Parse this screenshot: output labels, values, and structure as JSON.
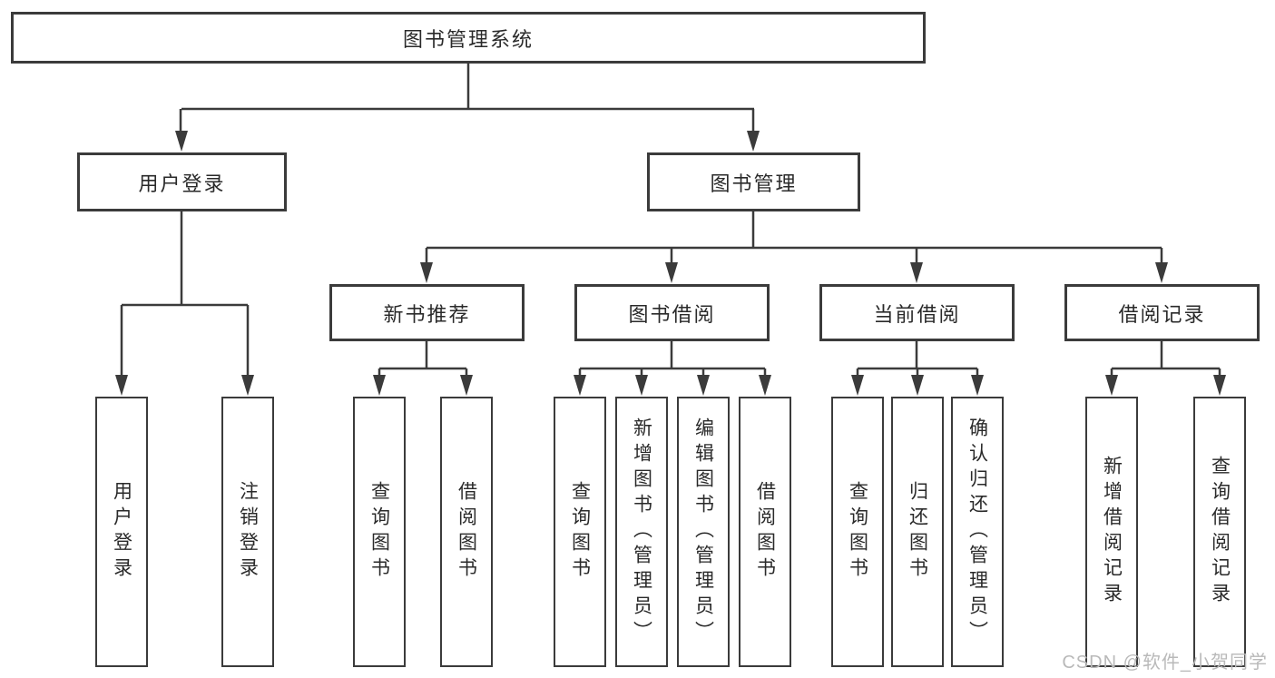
{
  "diagram": {
    "title_node": {
      "label": "图书管理系统"
    },
    "level2": [
      {
        "label": "用户登录"
      },
      {
        "label": "图书管理"
      }
    ],
    "level3": [
      {
        "label": "新书推荐"
      },
      {
        "label": "图书借阅"
      },
      {
        "label": "当前借阅"
      },
      {
        "label": "借阅记录"
      }
    ],
    "leaves": [
      {
        "label": "用户登录"
      },
      {
        "label": "注销登录"
      },
      {
        "label": "查询图书"
      },
      {
        "label": "借阅图书"
      },
      {
        "label": "查询图书"
      },
      {
        "label": "新增图书（管理员）"
      },
      {
        "label": "编辑图书（管理员）"
      },
      {
        "label": "借阅图书"
      },
      {
        "label": "查询图书"
      },
      {
        "label": "归还图书"
      },
      {
        "label": "确认归还（管理员）"
      },
      {
        "label": "新增借阅记录"
      },
      {
        "label": "查询借阅记录"
      }
    ]
  },
  "watermark": {
    "text": "CSDN @软件_小贺同学"
  },
  "colors": {
    "line": "#3b3b3b",
    "text": "#2a2a2a",
    "box_fill": "#ffffff",
    "watermark": "#b9b9b9"
  }
}
